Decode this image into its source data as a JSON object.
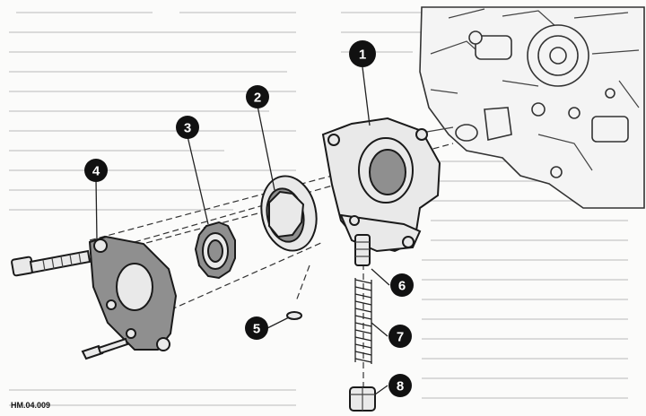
{
  "figure_code": "HM.04.009",
  "callouts": [
    {
      "id": "1",
      "label": "1"
    },
    {
      "id": "2",
      "label": "2"
    },
    {
      "id": "3",
      "label": "3"
    },
    {
      "id": "4",
      "label": "4"
    },
    {
      "id": "5",
      "label": "5"
    },
    {
      "id": "6",
      "label": "6"
    },
    {
      "id": "7",
      "label": "7"
    },
    {
      "id": "8",
      "label": "8"
    }
  ]
}
